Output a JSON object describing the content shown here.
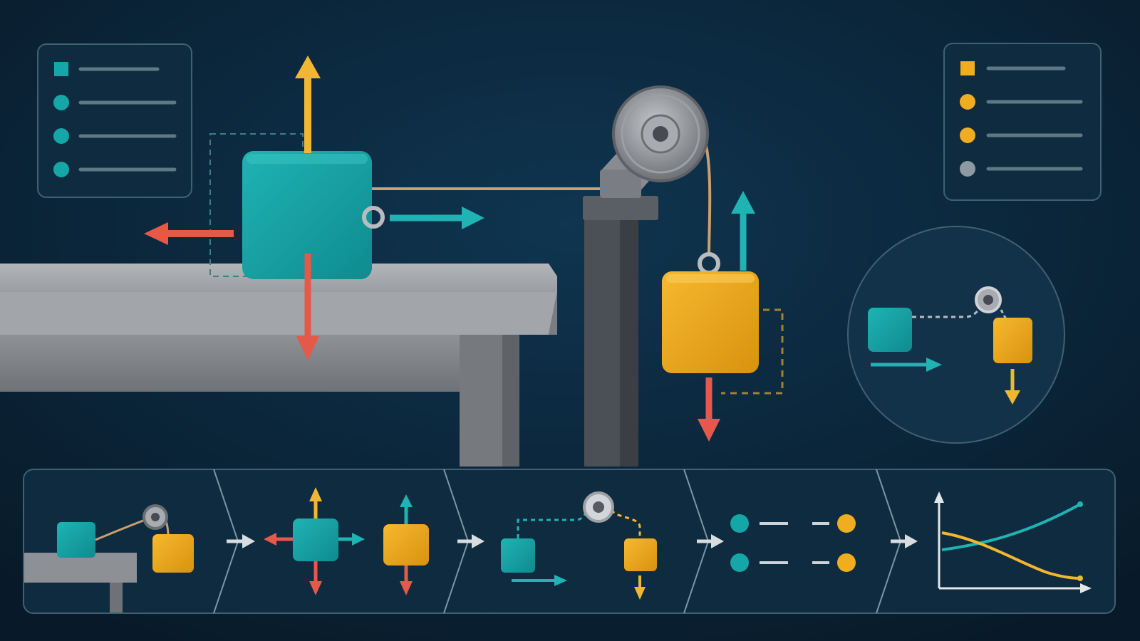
{
  "colors": {
    "background": "#0c2437",
    "teal": "#15a6a8",
    "gold": "#f0ad1f",
    "red": "#e4594a",
    "yellow_arrow": "#f2b731",
    "steel": "#8d9096",
    "panel_stroke": "#3f6172",
    "legend_line": "#5e7884",
    "rope": "#c9a070",
    "gray_dot": "#8d9aa3"
  },
  "icons": {
    "pulley": "pulley-wheel-icon",
    "legend_square": "square-marker-icon",
    "legend_dot": "circle-marker-icon",
    "arrow": "arrow-icon",
    "step_arrow": "chevron-right-arrow-icon",
    "graph": "line-graph-icon"
  },
  "legend_left": {
    "markers": [
      "square",
      "circle",
      "circle",
      "circle"
    ],
    "marker_colors": [
      "#15a6a8",
      "#15a6a8",
      "#15a6a8",
      "#15a6a8"
    ]
  },
  "legend_right": {
    "markers": [
      "square",
      "circle",
      "circle",
      "circle"
    ],
    "marker_colors": [
      "#f0ad1f",
      "#f0ad1f",
      "#f0ad1f",
      "#8d9aa3"
    ]
  },
  "pipeline": {
    "steps": [
      "setup",
      "free-body-diagrams",
      "connected-system",
      "equation-pairs",
      "result-graph"
    ]
  }
}
